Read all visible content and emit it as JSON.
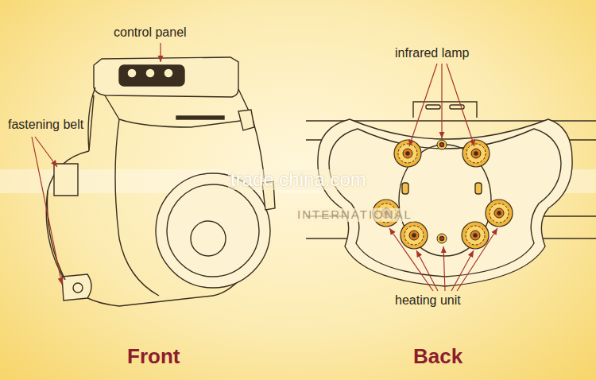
{
  "diagram": {
    "labels": [
      "control panel",
      "fastening belt",
      "infrared lamp",
      "heating unit",
      "Front",
      "Back",
      "trade.china.com",
      "INTERNATIONAL"
    ]
  }
}
